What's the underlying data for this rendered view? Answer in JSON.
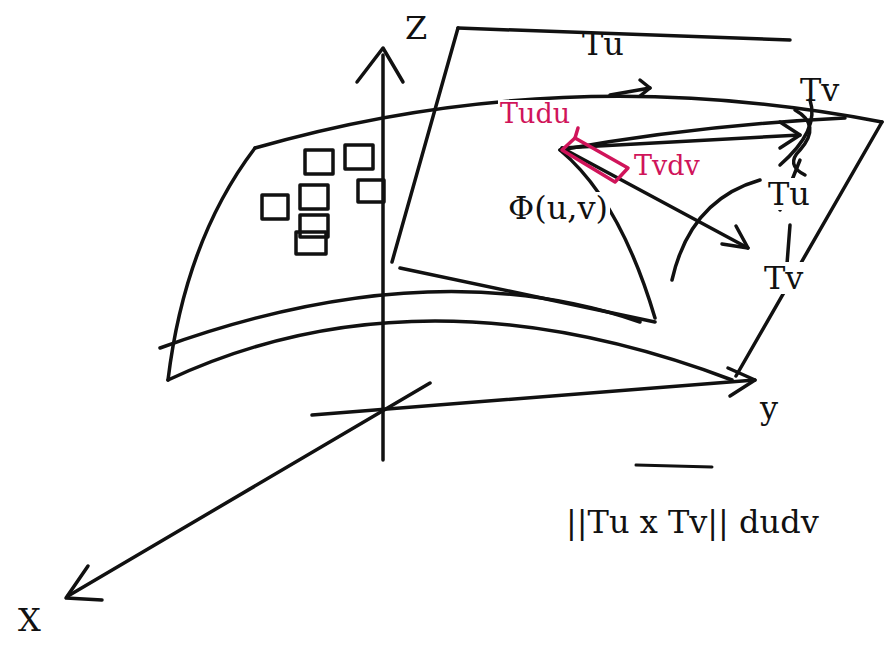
{
  "diagram": {
    "labels": [
      "Z",
      "Tu",
      "Tv",
      "Tudu",
      "Tvdv",
      "Φ(u,v)",
      "Tu",
      "Tv",
      "y",
      "X",
      "||Tu x Tv|| dudv"
    ]
  }
}
